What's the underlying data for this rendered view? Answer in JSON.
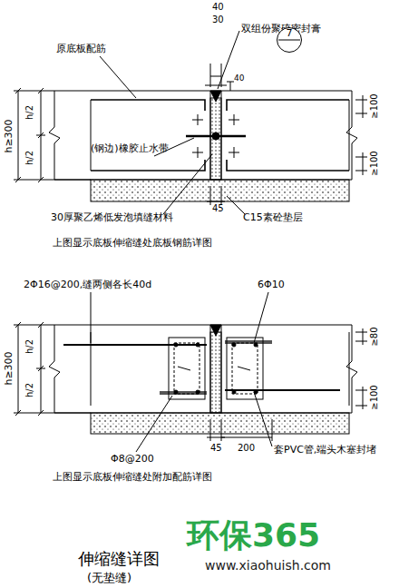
{
  "diagram": {
    "nodes": [
      {
        "text": [
          "7"
        ]
      }
    ],
    "labels": [
      "40",
      "30",
      "双组份聚硫密封膏",
      "原底板配筋",
      "40",
      "h≥300",
      "h/2",
      "h/2",
      "≥100",
      "≥100",
      "(钢边)橡胶止水带",
      "30厚聚乙烯低发泡填缝材料",
      "45",
      "C15素砼垫层",
      "上图显示底板伸缩缝处底板钢筋详图",
      "2Φ16@200,缝两侧各长40d",
      "6Φ10",
      "h≥300",
      "h/2",
      "h/2",
      "≥80",
      "≥100",
      "45",
      "200",
      "套PVC管,端头木塞封堵",
      "Φ8@200",
      "上图显示底板伸缩缝处附加配筋详图",
      "伸缩缝详图",
      "(无垫缝)",
      "环保365",
      "www.xiaohuish.com"
    ]
  }
}
